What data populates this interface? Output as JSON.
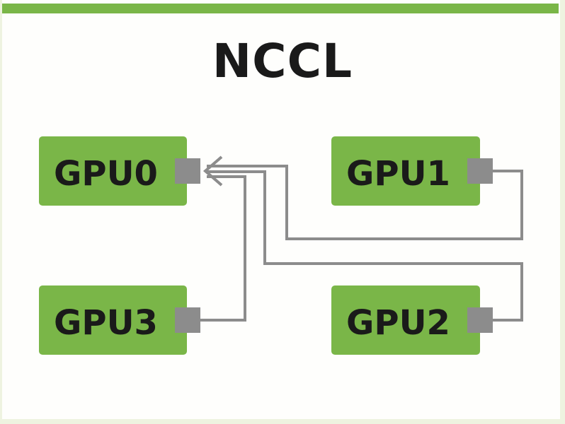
{
  "title": "NCCL",
  "colors": {
    "accent_green": "#7AB648",
    "port_gray": "#8C8C8C",
    "line_gray": "#8C8C8C",
    "text": "#1A1A1A",
    "background": "#EEF3E0"
  },
  "nodes": [
    {
      "id": "gpu0",
      "label": "GPU0",
      "role": "receiver"
    },
    {
      "id": "gpu1",
      "label": "GPU1",
      "role": "sender"
    },
    {
      "id": "gpu2",
      "label": "GPU2",
      "role": "sender"
    },
    {
      "id": "gpu3",
      "label": "GPU3",
      "role": "sender"
    }
  ],
  "edges": [
    {
      "from": "gpu1",
      "to": "gpu0",
      "arrow": "to"
    },
    {
      "from": "gpu2",
      "to": "gpu0",
      "arrow": "to"
    },
    {
      "from": "gpu3",
      "to": "gpu0",
      "arrow": "to"
    }
  ]
}
